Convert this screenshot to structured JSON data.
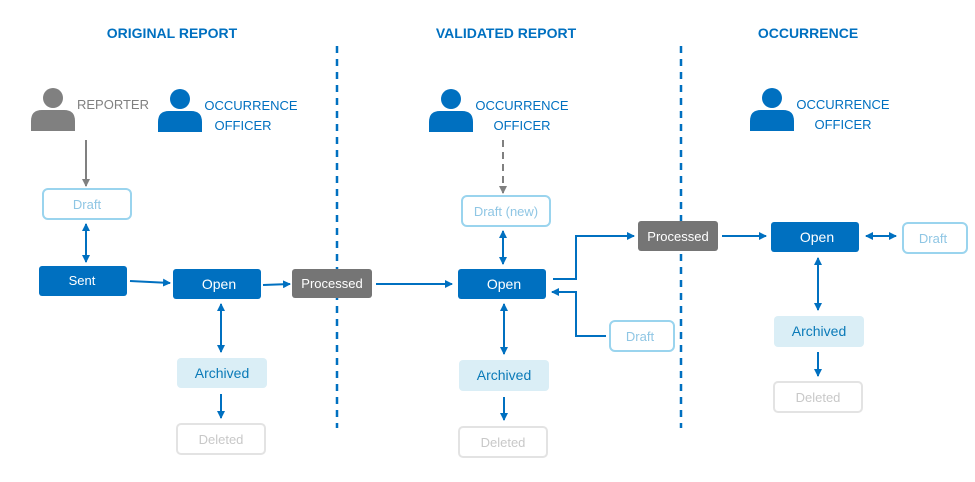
{
  "headers": {
    "original": "ORIGINAL REPORT",
    "validated": "VALIDATED REPORT",
    "occurrence": "OCCURRENCE"
  },
  "actors": {
    "reporter": "REPORTER",
    "officer_line1": "OCCURRENCE",
    "officer_line2": "OFFICER"
  },
  "states": {
    "draft": "Draft",
    "draft_new": "Draft (new)",
    "sent": "Sent",
    "open": "Open",
    "processed": "Processed",
    "archived": "Archived",
    "deleted": "Deleted"
  },
  "colors": {
    "header_blue": "#0070c0",
    "primary_fill": "#0070c0",
    "processed_fill": "#757575",
    "archived_fill": "#daeef6",
    "archived_text": "#0a7ab8",
    "draft_border": "#9ad4ee",
    "draft_text": "#8fc6e4",
    "deleted_border": "#e3e3e3",
    "deleted_text": "#c8c8c8",
    "reporter_gray": "#808080",
    "divider": "#0070c0"
  }
}
